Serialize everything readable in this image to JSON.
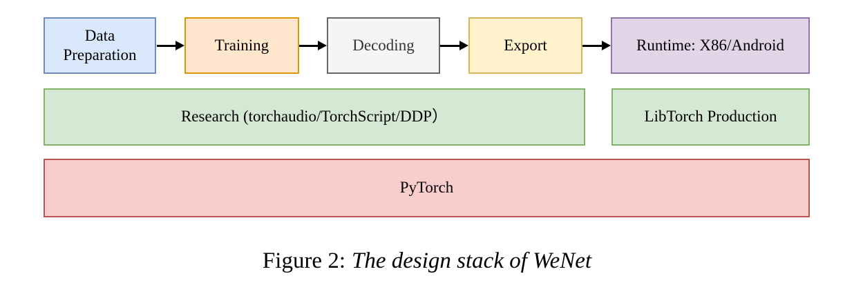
{
  "canvas": {
    "background": "#ffffff"
  },
  "caption": {
    "prefix": "Figure 2:",
    "title": "The design stack of WeNet"
  },
  "stack": {
    "pipeline": [
      {
        "id": "data-preparation",
        "label": "Data Preparation",
        "colors": {
          "fill": "#dae8fc",
          "stroke": "#6c8ebf",
          "text": "#000000"
        }
      },
      {
        "id": "training",
        "label": "Training",
        "colors": {
          "fill": "#ffe6cc",
          "stroke": "#d79b00",
          "text": "#000000"
        }
      },
      {
        "id": "decoding",
        "label": "Decoding",
        "colors": {
          "fill": "#f5f5f5",
          "stroke": "#666666",
          "text": "#333333"
        }
      },
      {
        "id": "export",
        "label": "Export",
        "colors": {
          "fill": "#fff2cc",
          "stroke": "#d6b656",
          "text": "#000000"
        }
      },
      {
        "id": "runtime",
        "label": "Runtime: X86/Android",
        "colors": {
          "fill": "#e1d5e7",
          "stroke": "#9673a6",
          "text": "#000000"
        }
      }
    ],
    "middle_layer": [
      {
        "id": "research",
        "label": "Research (torchaudio/TorchScript/DDP）",
        "colors": {
          "fill": "#d5e8d4",
          "stroke": "#82b366",
          "text": "#000000"
        }
      },
      {
        "id": "libtorch-production",
        "label": "LibTorch Production",
        "colors": {
          "fill": "#d5e8d4",
          "stroke": "#82b366",
          "text": "#000000"
        }
      }
    ],
    "base_layer": {
      "id": "pytorch",
      "label": "PyTorch",
      "colors": {
        "fill": "#f8cecc",
        "stroke": "#b85450",
        "text": "#000000"
      }
    },
    "arrow_color": "#000000"
  }
}
